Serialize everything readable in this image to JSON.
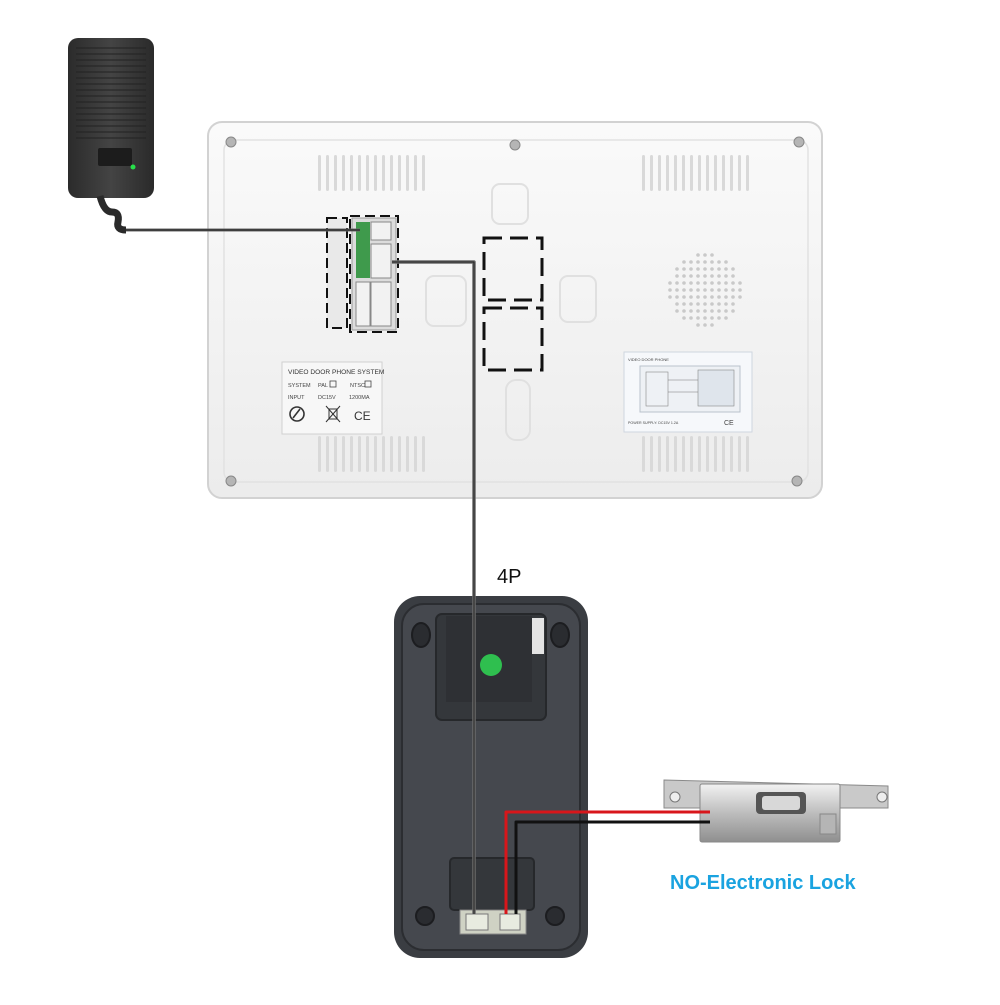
{
  "monitor_label": {
    "title": "VIDEO DOOR PHONE SYSTEM",
    "row1_left": "SYSTEM",
    "row1_pal": "PAL",
    "row1_ntsc": "NTSC",
    "row2_left": "INPUT",
    "row2_voltage": "DC15V",
    "row2_current": "1200MA",
    "ce_mark": "CE"
  },
  "wiring_sticker": {
    "header": "VIDEO DOOR PHONE",
    "footer": "POWER SUPPLY: DC15V 1.2A",
    "ce_mark": "CE"
  },
  "cable_label": "4P",
  "lock_label": "NO-Electronic Lock",
  "colors": {
    "lock_label": "#1aa3e0",
    "monitor_body": "#f4f4f4",
    "outdoor_unit": "#3a3d42",
    "wire_red": "#d8161b",
    "wire_black": "#111111",
    "wire_gray": "#6b6b6b"
  },
  "icons": [
    "power-adapter-icon",
    "speaker-grille-icon",
    "recycle-icon",
    "weee-bin-icon",
    "ce-mark-icon",
    "status-led-icon"
  ]
}
